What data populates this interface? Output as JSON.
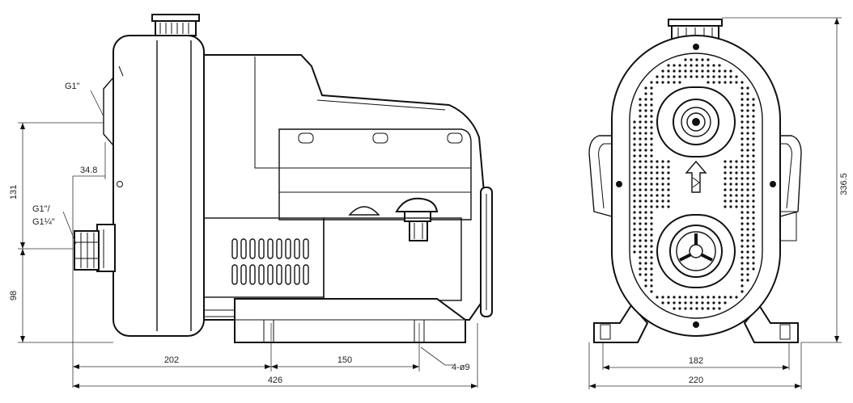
{
  "side_view": {
    "thread_labels": {
      "g_top": "G1\"",
      "g_inlet_line1": "G1\"/",
      "g_inlet_line2": "G1¼\""
    },
    "dims": {
      "d131": "131",
      "d98": "98",
      "d348": "34.8",
      "d202": "202",
      "d150": "150",
      "d426": "426",
      "d_holes": "4-ø9"
    }
  },
  "front_view": {
    "dims": {
      "d182": "182",
      "d220": "220",
      "d3365": "336.5"
    }
  }
}
